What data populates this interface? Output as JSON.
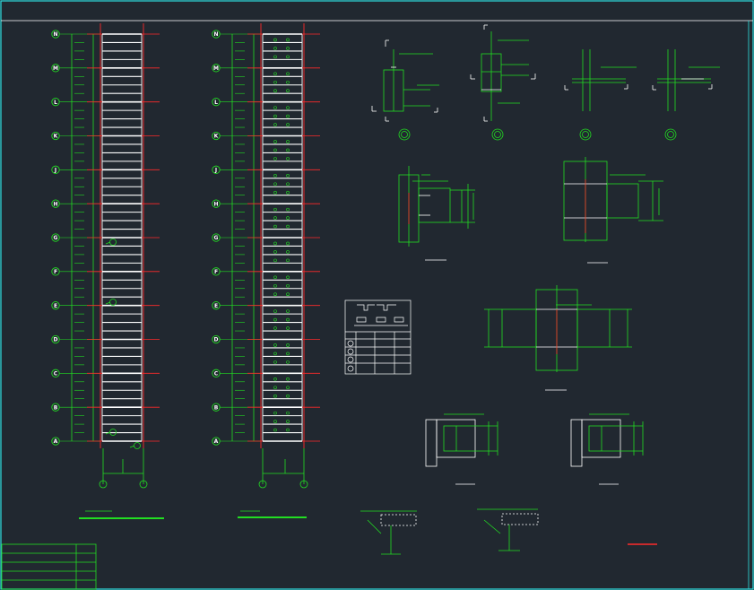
{
  "drawing": {
    "background": "#212830",
    "colors": {
      "frame": "#2fe0e0",
      "grid_green": "#22dd22",
      "axis_red": "#ff2a2a",
      "beam_white": "#ffffff",
      "note_magenta": "#ff33ff",
      "accent_yellow": "#e0e020"
    },
    "axis_labels": [
      "N",
      "M",
      "L",
      "K",
      "J",
      "H",
      "G",
      "F",
      "E",
      "D",
      "C",
      "B",
      "A"
    ],
    "section_captions": [
      "",
      ""
    ],
    "schedule_table": {
      "rows": 4,
      "cols": 4
    }
  }
}
